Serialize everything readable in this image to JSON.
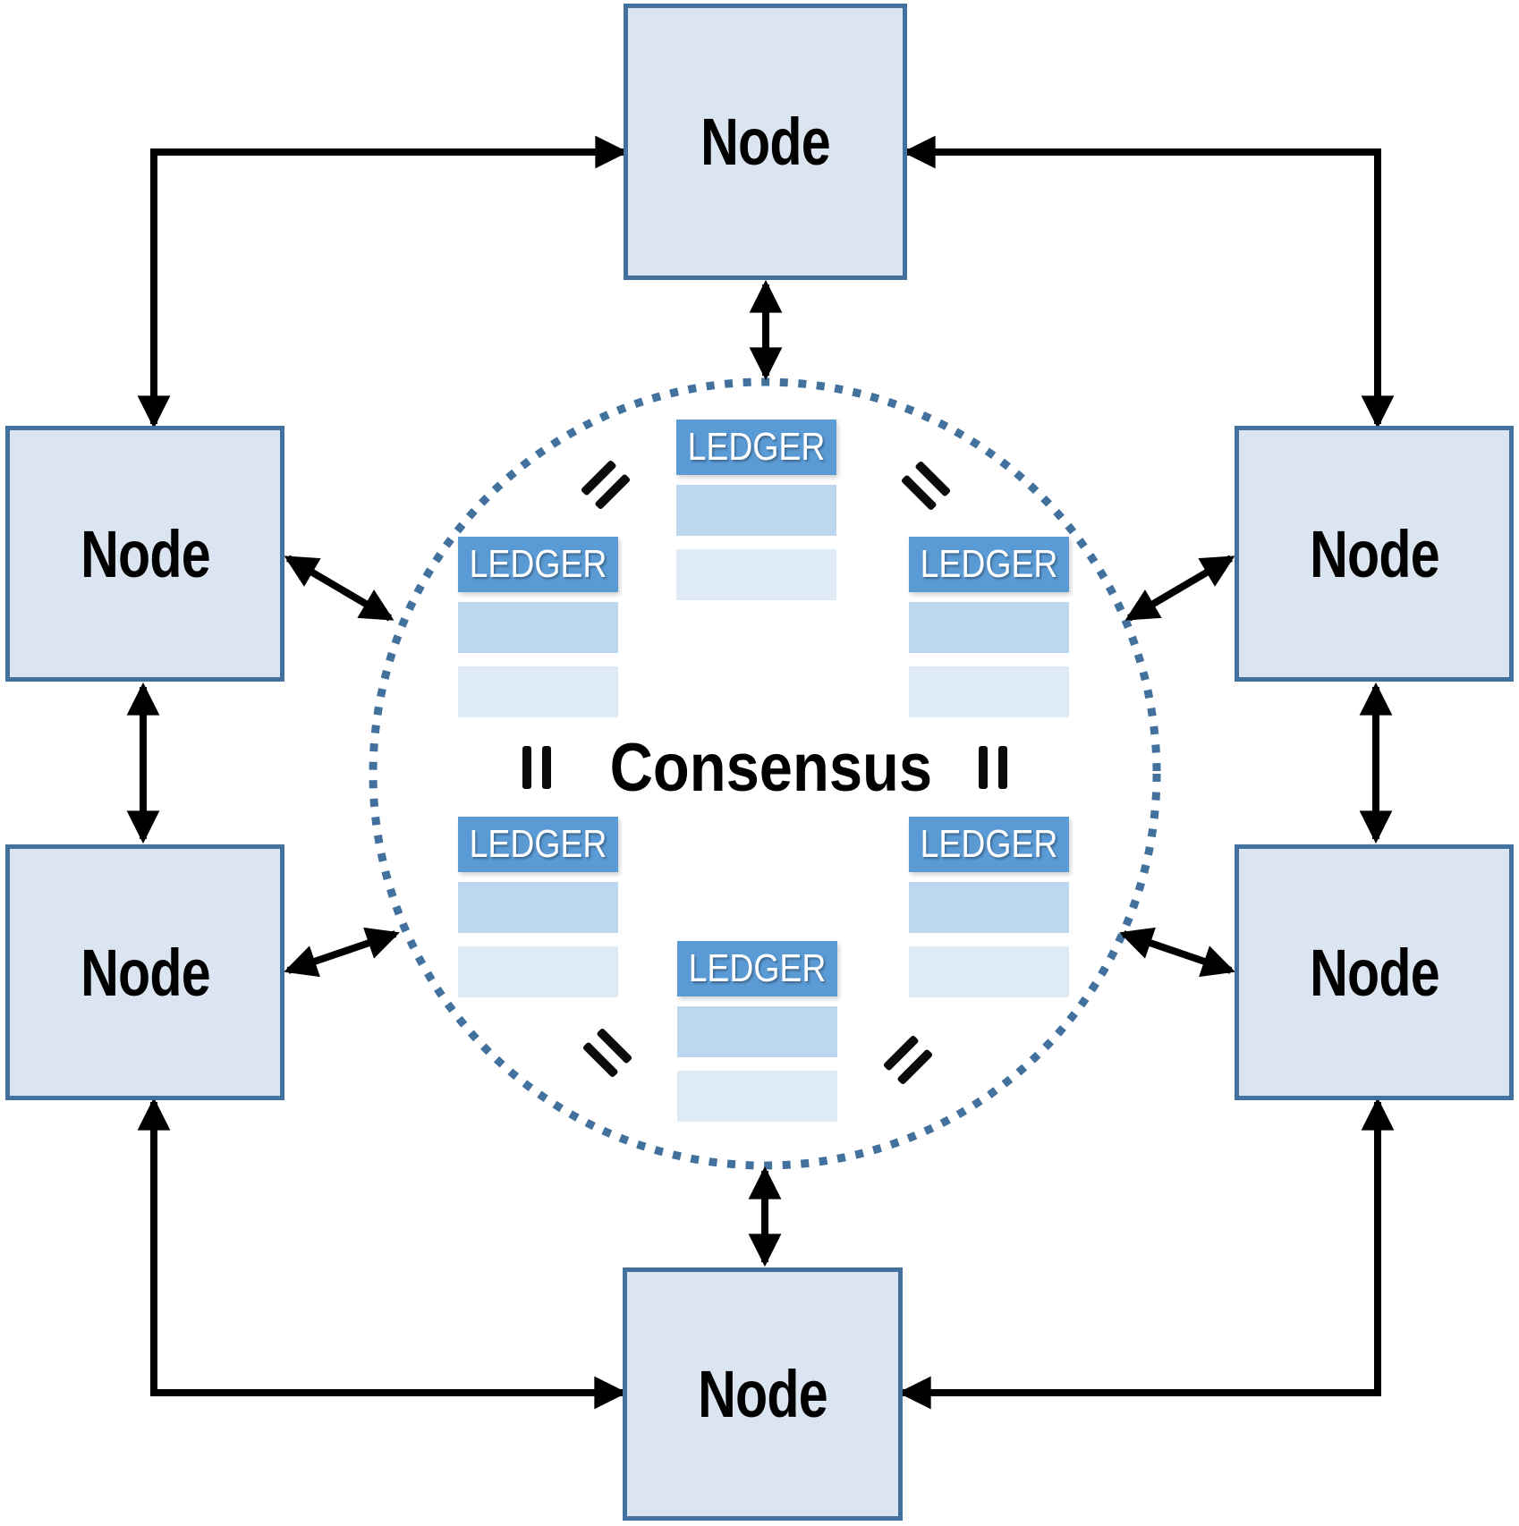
{
  "diagram": {
    "center_label": "Consensus",
    "nodes": [
      {
        "id": "top",
        "label": "Node"
      },
      {
        "id": "upper-left",
        "label": "Node"
      },
      {
        "id": "upper-right",
        "label": "Node"
      },
      {
        "id": "lower-left",
        "label": "Node"
      },
      {
        "id": "lower-right",
        "label": "Node"
      },
      {
        "id": "bottom",
        "label": "Node"
      }
    ],
    "ledgers": [
      {
        "id": "top",
        "header": "LEDGER"
      },
      {
        "id": "upper-left",
        "header": "LEDGER"
      },
      {
        "id": "upper-right",
        "header": "LEDGER"
      },
      {
        "id": "lower-left",
        "header": "LEDGER"
      },
      {
        "id": "lower-right",
        "header": "LEDGER"
      },
      {
        "id": "bottom",
        "header": "LEDGER"
      }
    ],
    "equals_icons": [
      {
        "id": "top-left"
      },
      {
        "id": "top-right"
      },
      {
        "id": "middle-left"
      },
      {
        "id": "middle-right"
      },
      {
        "id": "bottom-left"
      },
      {
        "id": "bottom-right"
      }
    ],
    "colors": {
      "node_fill": "#dbe5f1",
      "node_border": "#41719c",
      "ledger_header_fill": "#5b9bd5",
      "ledger_header_text": "#ffffff",
      "ledger_row1_fill": "#bdd7ee",
      "ledger_row2_fill": "#deeaf6",
      "circle_dots": "#41719c",
      "arrow": "#000000",
      "equals_sign": "#0b0b0b"
    }
  }
}
